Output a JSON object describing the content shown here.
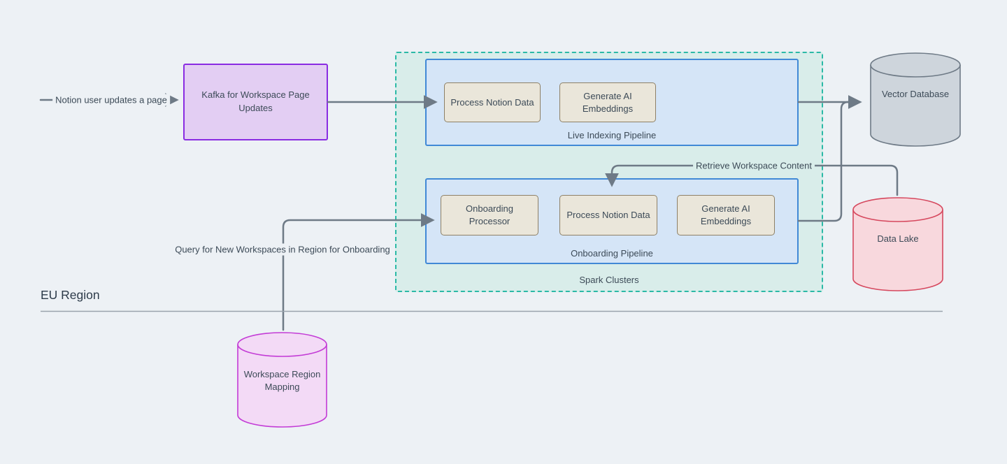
{
  "diagram": {
    "region": {
      "label": "EU Region"
    },
    "flow_in": {
      "label": "Notion user updates a page"
    },
    "kafka": {
      "label": "Kafka for Workspace Page Updates"
    },
    "spark": {
      "label": "Spark Clusters",
      "live": {
        "label": "Live Indexing Pipeline",
        "steps": [
          "Process Notion Data",
          "Generate AI Embeddings"
        ]
      },
      "onboarding": {
        "label": "Onboarding Pipeline",
        "steps": [
          "Onboarding Processor",
          "Process Notion Data",
          "Generate AI Embeddings"
        ]
      }
    },
    "vector_db": {
      "label": "Vector Database"
    },
    "data_lake": {
      "label": "Data Lake"
    },
    "workspace_region_mapping": {
      "label": "Workspace Region Mapping"
    },
    "edges": {
      "retrieve": "Retrieve Workspace Content",
      "query": "Query for New Workspaces in Region for Onboarding"
    },
    "colors": {
      "page_background": "#edf1f5",
      "connector": "#6e7a86",
      "divider": "#9aa3ac",
      "kafka_fill": "#e3cef3",
      "kafka_border": "#8a2ce2",
      "spark_fill": "#d9edea",
      "spark_border": "#2bb9a6",
      "pipeline_fill": "#d5e5f7",
      "pipeline_border": "#4189d6",
      "step_fill": "#eae6da",
      "step_border": "#8e8066",
      "vector_db_fill": "#ced5dc",
      "vector_db_border": "#6e7a86",
      "data_lake_fill": "#f8d8dd",
      "data_lake_border": "#d6485e",
      "workspace_region_mapping_fill": "#f3daf6",
      "workspace_region_mapping_border": "#c33bd6",
      "text": "#3c4a57"
    }
  }
}
